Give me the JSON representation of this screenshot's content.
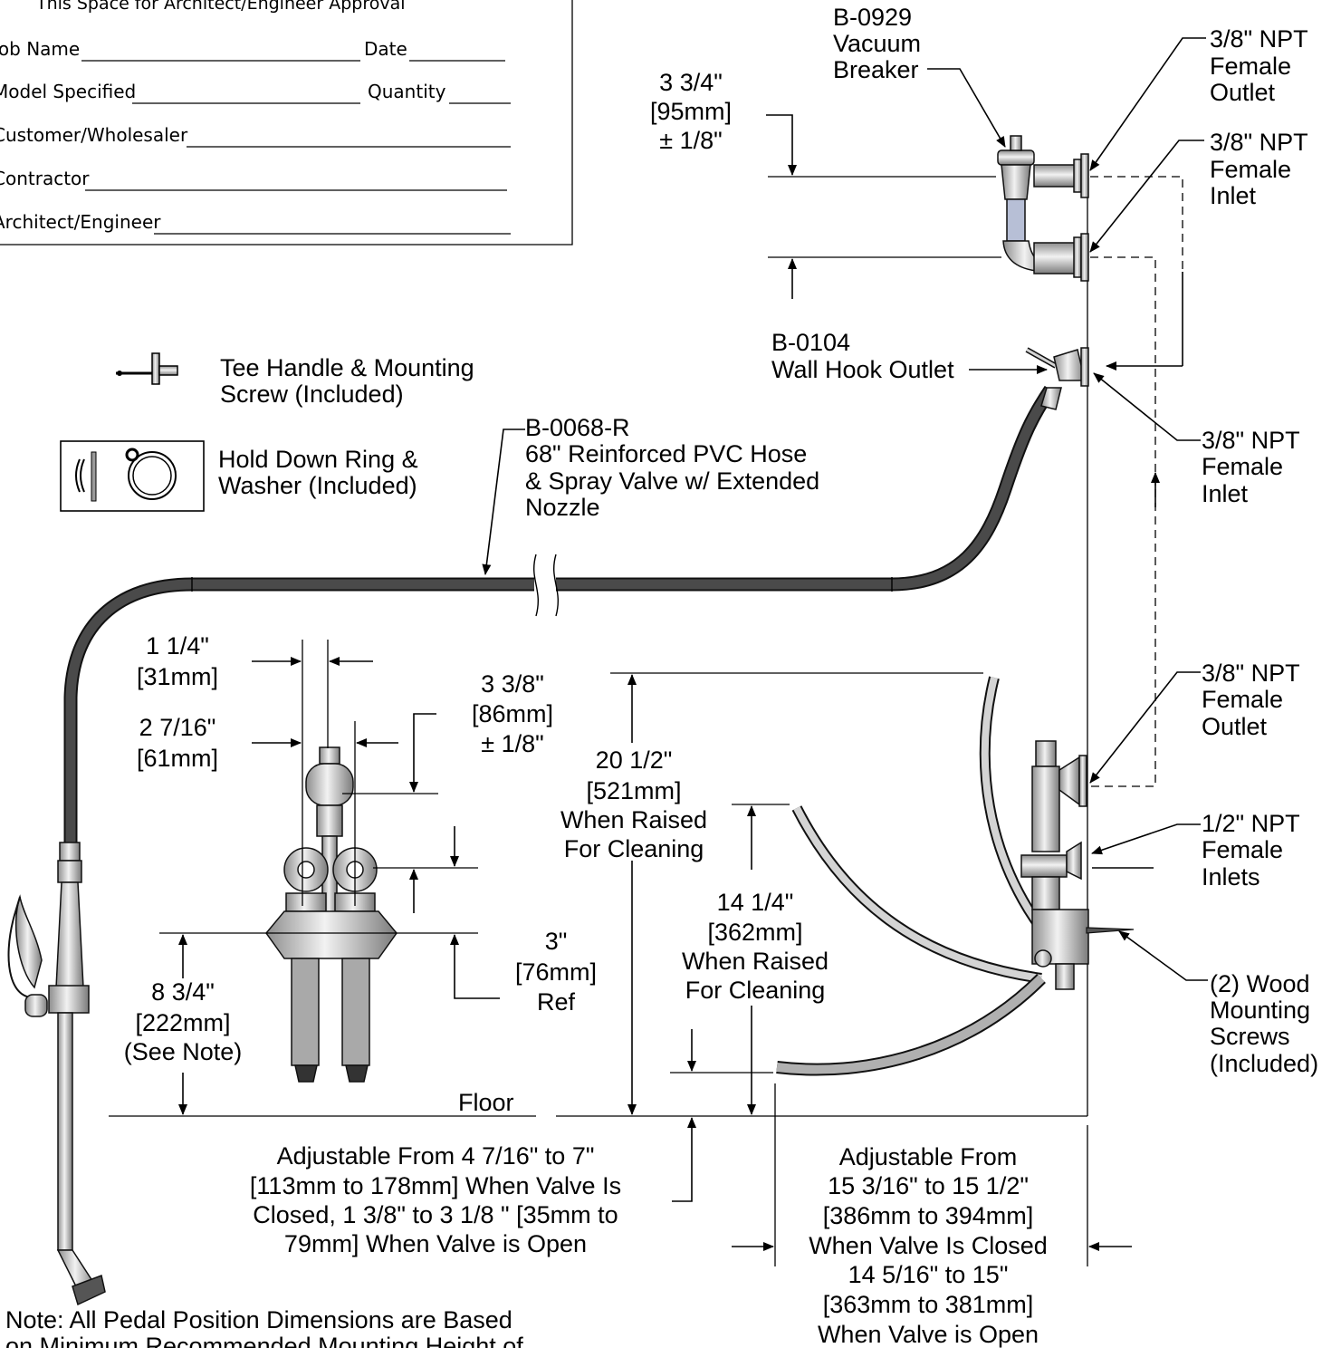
{
  "approval_box": {
    "title": "This Space for Architect/Engineer Approval",
    "fields": [
      "Job Name",
      "Date",
      "Model Specified",
      "Quantity",
      "Customer/Wholesaler",
      "Contractor",
      "Architect/Engineer"
    ]
  },
  "accessories": {
    "tee_handle": [
      "Tee Handle & Mounting",
      "Screw (Included)"
    ],
    "hold_down_ring": [
      "Hold Down Ring &",
      "Washer (Included)"
    ]
  },
  "parts": {
    "vacuum_breaker": [
      "B-0929",
      "Vacuum",
      "Breaker"
    ],
    "wall_hook": [
      "B-0104",
      "Wall Hook Outlet"
    ],
    "hose": [
      "B-0068-R",
      "68\" Reinforced PVC Hose",
      "& Spray Valve w/ Extended",
      "Nozzle"
    ]
  },
  "callouts": {
    "vb_outlet": [
      "3/8\" NPT",
      "Female",
      "Outlet"
    ],
    "vb_inlet": [
      "3/8\" NPT",
      "Female",
      "Inlet"
    ],
    "hook_inlet": [
      "3/8\" NPT",
      "Female",
      "Inlet"
    ],
    "valve_outlet": [
      "3/8\" NPT",
      "Female",
      "Outlet"
    ],
    "valve_inlets": [
      "1/2\" NPT",
      "Female",
      "Inlets"
    ],
    "screws": [
      "(2) Wood",
      "Mounting",
      "Screws",
      "(Included)"
    ]
  },
  "dimensions": {
    "vb_spacing": [
      "3 3/4\"",
      "[95mm]",
      "± 1/8\""
    ],
    "inlet_spacing": [
      "1 1/4\"",
      "[31mm]"
    ],
    "pedal_spacing": [
      "2 7/16\"",
      "[61mm]"
    ],
    "outlet_height": [
      "3 3/8\"",
      "[86mm]",
      "± 1/8\""
    ],
    "raised_height": [
      "20 1/2\"",
      "[521mm]",
      "When Raised",
      "For Cleaning"
    ],
    "raised_height_2": [
      "14 1/4\"",
      "[362mm]",
      "When Raised",
      "For Cleaning"
    ],
    "ref_height": [
      "3\"",
      "[76mm]",
      "Ref"
    ],
    "mount_height": [
      "8 3/4\"",
      "[222mm]",
      "(See Note)"
    ],
    "floor": "Floor",
    "pedal_adjust": [
      "Adjustable From 4 7/16\" to 7\"",
      "[113mm to 178mm] When Valve Is",
      "Closed, 1 3/8\" to 3 1/8 \" [35mm to",
      "79mm] When Valve is Open"
    ],
    "depth_adjust": [
      "Adjustable From",
      "15 3/16\" to 15 1/2\"",
      "[386mm to 394mm]",
      "When Valve Is Closed",
      "14 5/16\" to 15\"",
      "[363mm to 381mm]",
      "When Valve is Open"
    ]
  },
  "note": [
    "Note: All Pedal Position Dimensions are Based",
    "on Minimum Recommended Mounting Height of"
  ],
  "colors": {
    "hose": "#4a4a4a",
    "metal": "#d4d4d4",
    "metal_dark": "#9a9a9a",
    "tube": "#b7bfd6"
  }
}
